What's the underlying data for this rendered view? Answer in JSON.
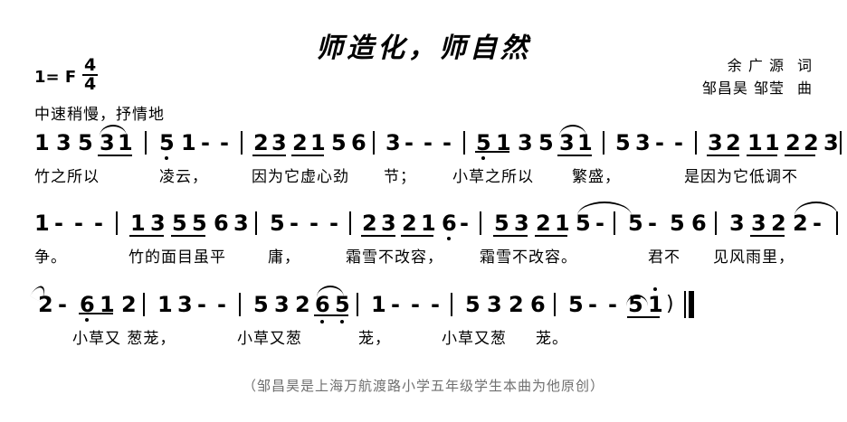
{
  "page": {
    "title": "师造化，师自然",
    "key_signature": "1= F",
    "time_signature_num": "4",
    "time_signature_den": "4",
    "tempo_marking": "中速稍慢，抒情地",
    "lyricist": "余 广 源",
    "lyricist_role": "词",
    "composer": "邹昌昊 邹莹",
    "composer_role": "曲",
    "footnote": "（邹昌昊是上海万航渡路小学五年级学生本曲为他原创）"
  },
  "chart_data": {
    "type": "table",
    "title": "师造化，师自然",
    "notation": "jianpu",
    "key": "F",
    "meter": "4/4",
    "systems": [
      {
        "index": 1,
        "measures": [
          {
            "notes": [
              "1",
              "3",
              "5",
              "3",
              "1"
            ],
            "beams": [
              [
                3,
                4
              ]
            ],
            "ties": [
              [
                3,
                4
              ]
            ]
          },
          {
            "notes": [
              "5",
              "1",
              "-",
              "-"
            ],
            "octave_down": [
              0
            ]
          },
          {
            "notes": [
              "2",
              "3",
              "2",
              "1",
              "5",
              "6"
            ],
            "beams": [
              [
                0,
                1
              ],
              [
                2,
                3
              ]
            ]
          },
          {
            "notes": [
              "3",
              "-",
              "-",
              "-"
            ]
          },
          {
            "notes": [
              "5",
              "1",
              "3",
              "5",
              "3",
              "1"
            ],
            "beams": [
              [
                0,
                1
              ],
              [
                4,
                5
              ]
            ],
            "octave_down": [
              0
            ],
            "ties": [
              [
                4,
                5
              ]
            ]
          },
          {
            "notes": [
              "5",
              "3",
              "-",
              "-"
            ]
          },
          {
            "notes": [
              "3",
              "2",
              "1",
              "1",
              "2",
              "2",
              "3"
            ],
            "beams": [
              [
                0,
                1
              ],
              [
                2,
                3
              ],
              [
                4,
                5
              ]
            ]
          }
        ],
        "lyrics": [
          "竹之所以",
          "凌云，",
          "因为它虚心劲",
          "节；",
          "小草之所以",
          "繁盛，",
          "是因为它低调不"
        ]
      },
      {
        "index": 2,
        "measures": [
          {
            "notes": [
              "1",
              "-",
              "-",
              "-"
            ]
          },
          {
            "notes": [
              "1",
              "3",
              "5",
              "5",
              "6",
              "3"
            ],
            "beams": [
              [
                0,
                1
              ],
              [
                2,
                3
              ]
            ]
          },
          {
            "notes": [
              "5",
              "-",
              "-",
              "-"
            ]
          },
          {
            "notes": [
              "2",
              "3",
              "2",
              "1",
              "6",
              "-"
            ],
            "beams": [
              [
                0,
                1
              ],
              [
                2,
                3
              ]
            ],
            "octave_down": [
              4
            ]
          },
          {
            "notes": [
              "5",
              "3",
              "2",
              "1",
              "5",
              "-"
            ],
            "beams": [
              [
                0,
                1
              ],
              [
                2,
                3
              ]
            ],
            "tie_to_next": true
          },
          {
            "notes": [
              "5",
              "-",
              "5",
              "6"
            ]
          },
          {
            "notes": [
              "3",
              "3",
              "2",
              "2",
              "-"
            ],
            "beams": [
              [
                1,
                2
              ]
            ],
            "tie_to_next": true
          }
        ],
        "lyrics": [
          "争。",
          "竹的面目虽平",
          "庸，",
          "霜雪不改容，",
          "霜雪不改容。",
          "君不",
          "见风雨里，"
        ]
      },
      {
        "index": 3,
        "measures": [
          {
            "notes": [
              "2",
              "-",
              "6",
              "1",
              "2"
            ],
            "beams": [
              [
                2,
                3
              ]
            ],
            "octave_down": [
              2
            ],
            "phrase_mark": true
          },
          {
            "notes": [
              "1",
              "3",
              "-",
              "-"
            ]
          },
          {
            "notes": [
              "5",
              "3",
              "2",
              "6",
              "5"
            ],
            "beams": [
              [
                3,
                4
              ]
            ],
            "octave_down": [
              3,
              4
            ],
            "ties": [
              [
                3,
                4
              ]
            ]
          },
          {
            "notes": [
              "1",
              "-",
              "-",
              "-"
            ]
          },
          {
            "notes": [
              "5",
              "3",
              "2",
              "6"
            ]
          },
          {
            "notes": [
              "5",
              "-",
              "-",
              "5",
              "1"
            ],
            "beams": [
              [
                3,
                4
              ]
            ],
            "octave_up": [
              4
            ],
            "end_paren": true,
            "final_barline": true
          }
        ],
        "lyrics": [
          "小草又 葱茏，",
          "小草又葱",
          "茏，",
          "小草又葱",
          "茏。"
        ]
      }
    ]
  }
}
